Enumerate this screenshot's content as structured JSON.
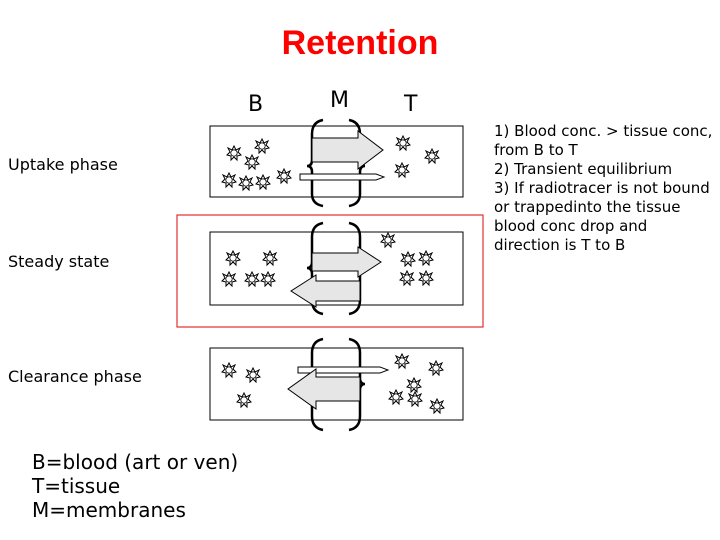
{
  "title": "Retention",
  "columns": {
    "b": "B",
    "m": "M",
    "t": "T"
  },
  "phases": [
    {
      "label": "Uptake phase"
    },
    {
      "label": "Steady state"
    },
    {
      "label": "Clearance phase"
    }
  ],
  "notes": [
    "1) Blood conc. > tissue conc, from B to T",
    "2) Transient equilibrium",
    "3) If radiotracer is not bound or trappedinto the tissue blood conc drop and direction is T to B"
  ],
  "legend": [
    "B=blood (art or ven)",
    "T=tissue",
    "M=membranes"
  ],
  "colors": {
    "title": "#ff0000",
    "highlight_box": "#e03030",
    "arrow_fill": "#e6e6e6",
    "molecule": "#ffffff"
  }
}
